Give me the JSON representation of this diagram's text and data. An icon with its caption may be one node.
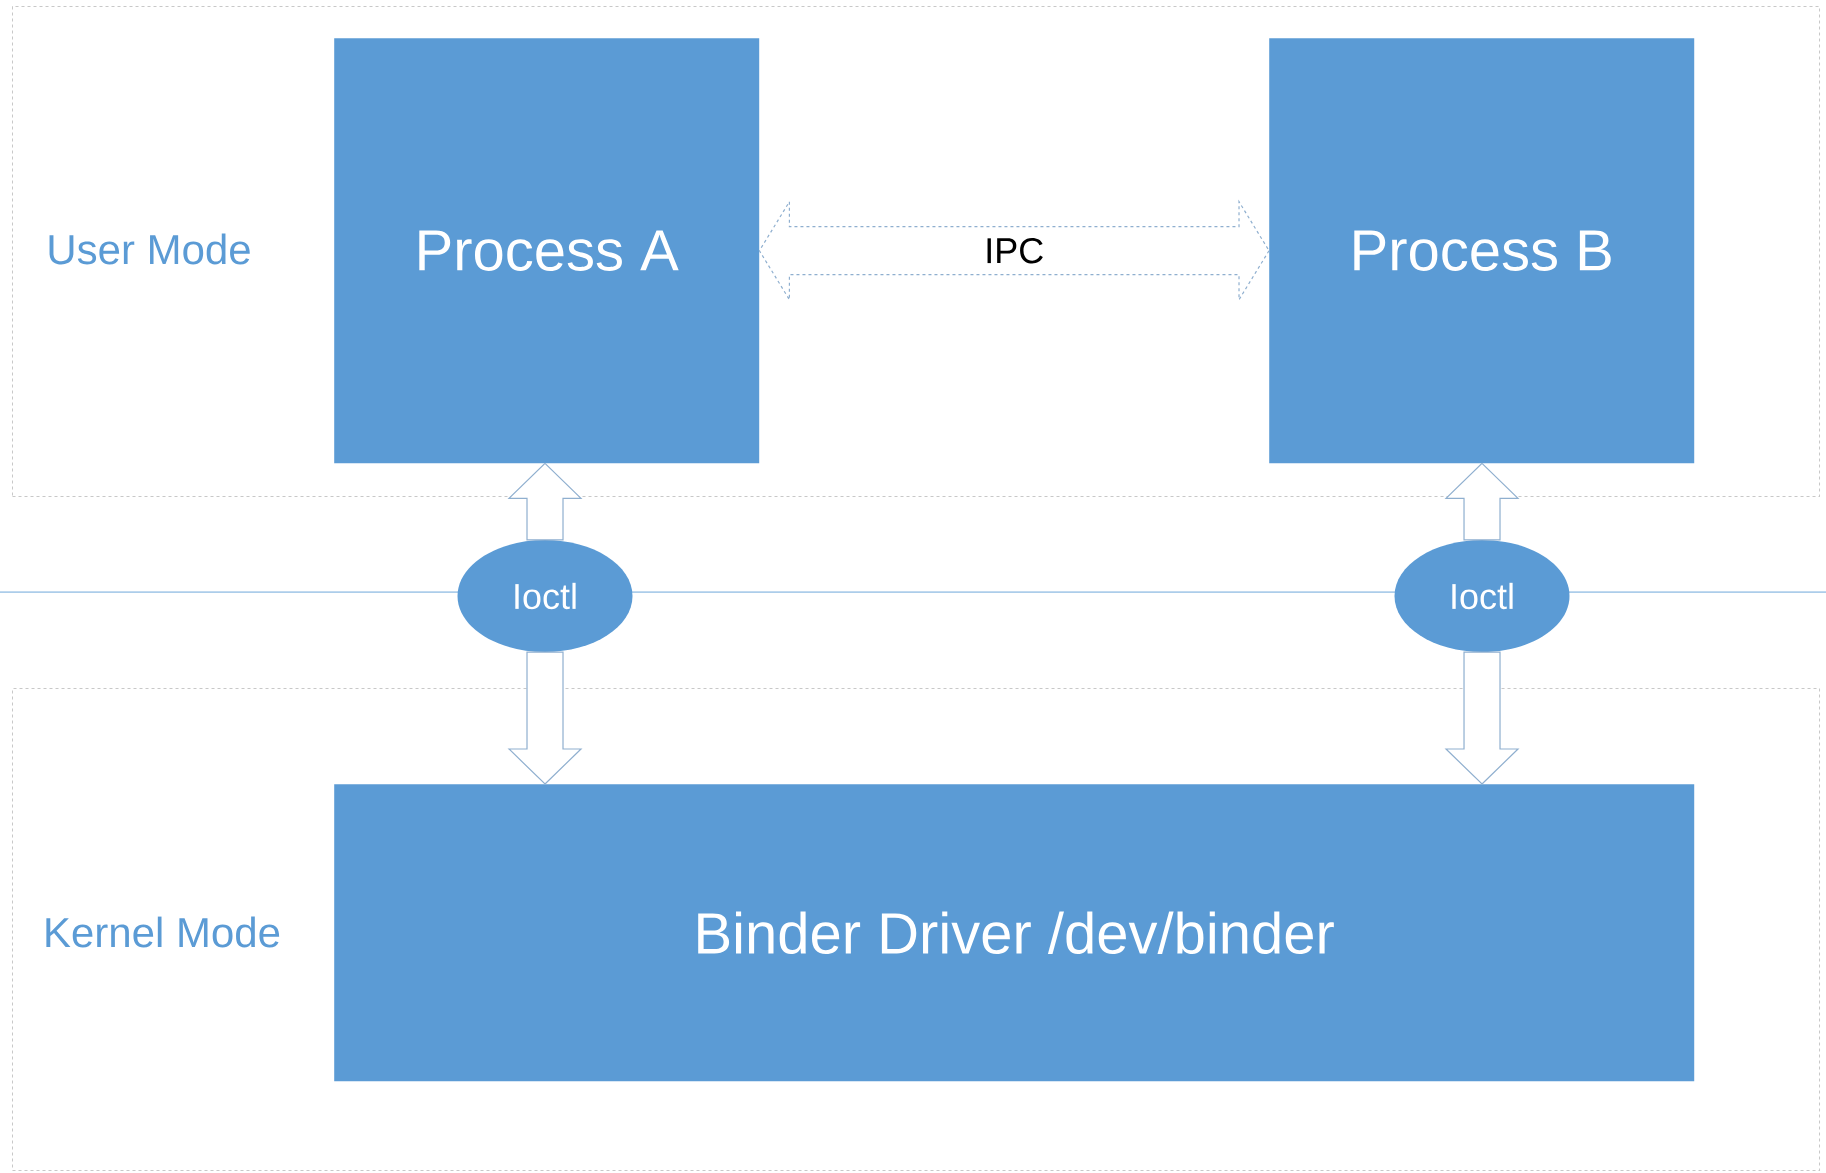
{
  "diagram": {
    "nodes": [
      {
        "text": [
          "User Mode"
        ]
      },
      {
        "text": [
          "Process A"
        ],
        "in": 0
      },
      {
        "text": [
          "Process B"
        ],
        "in": 0
      },
      {
        "text": [
          "Ioctl"
        ]
      },
      {
        "text": [
          "Ioctl"
        ]
      },
      {
        "text": [
          "Kernel Mode"
        ]
      },
      {
        "text": [
          "Binder Driver /dev/binder"
        ],
        "in": 5
      }
    ],
    "edges": [
      {
        "from": 1,
        "to": 2,
        "arrow": "both",
        "label": "IPC",
        "style": "dashed"
      },
      {
        "from": 3,
        "to": 1,
        "arrow": "to"
      },
      {
        "from": 3,
        "to": 6,
        "arrow": "to"
      },
      {
        "from": 4,
        "to": 2,
        "arrow": "to"
      },
      {
        "from": 4,
        "to": 6,
        "arrow": "to"
      }
    ]
  }
}
